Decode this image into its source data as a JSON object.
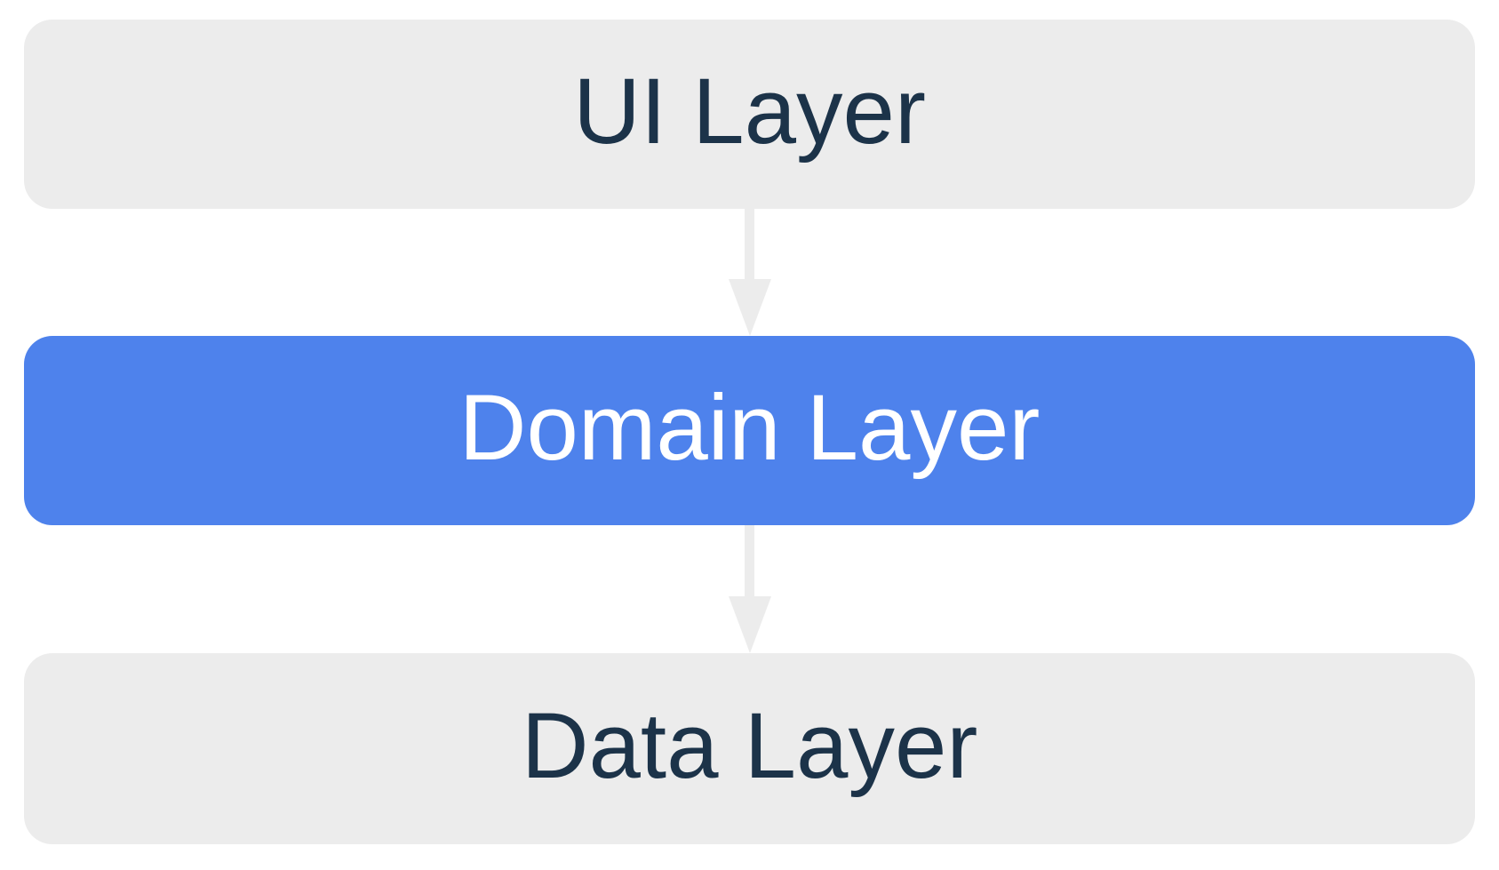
{
  "diagram": {
    "type": "layered-architecture",
    "layers": [
      {
        "label": "UI Layer",
        "variant": "gray",
        "highlighted": false
      },
      {
        "label": "Domain Layer",
        "variant": "blue",
        "highlighted": true
      },
      {
        "label": "Data Layer",
        "variant": "gray",
        "highlighted": false
      }
    ],
    "connectors": [
      {
        "from": "UI Layer",
        "to": "Domain Layer",
        "direction": "down"
      },
      {
        "from": "Domain Layer",
        "to": "Data Layer",
        "direction": "down"
      }
    ],
    "colors": {
      "page_bg": "#ffffff",
      "layer_gray": "#ececec",
      "layer_blue": "#4e82ec",
      "text_dark": "#1c3349",
      "text_light": "#ffffff",
      "arrow_gray": "#ececec"
    }
  }
}
